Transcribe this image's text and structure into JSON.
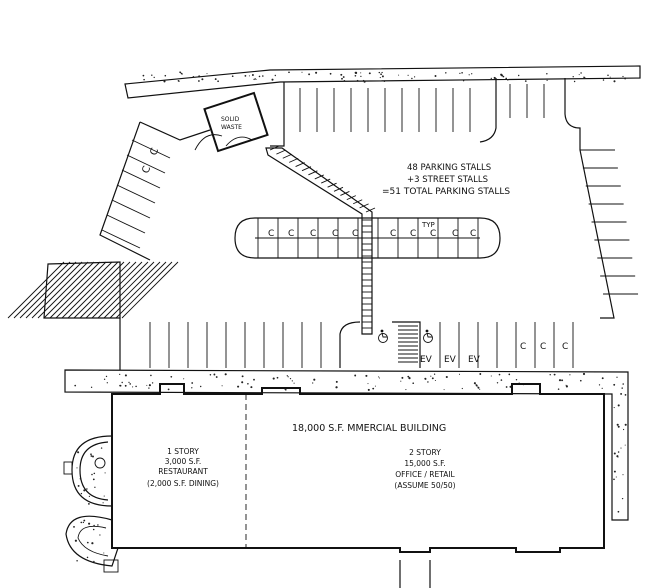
{
  "site_plan": {
    "parking_summary": {
      "line1": "48 PARKING STALLS",
      "line2": "+3  STREET STALLS",
      "line3": "=51  TOTAL PARKING STALLS"
    },
    "trash_enclosure_label_1": "SOLID",
    "trash_enclosure_label_2": "WASTE",
    "typical_note": "TYP",
    "compact_stall_marker": "C",
    "ev_stall_marker": "EV",
    "building_title": "18,000 S.F.   MMERCIAL BUILDING",
    "restaurant": {
      "line1": "1 STORY",
      "line2": "3,000 S.F.",
      "line3": "RESTAURANT",
      "line4": "(2,000 S.F. DINING)"
    },
    "office": {
      "line1": "2 STORY",
      "line2": "15,000 S.F.",
      "line3": "OFFICE / RETAIL",
      "line4": "(ASSUME 50/50)"
    },
    "accessible_symbol_icon": "wheelchair-icon"
  }
}
